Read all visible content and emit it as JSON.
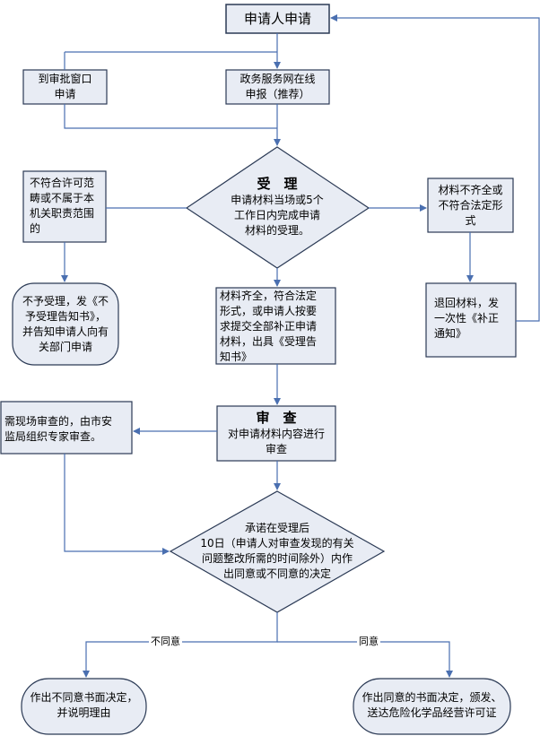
{
  "nodes": {
    "start": "申请人申请",
    "window": "到审批窗口\n申请",
    "online": "政务服务网在线\n申报（推荐）",
    "accept_title": "受　理",
    "accept_body": "申请材料当场或5个\n工作日内完成申请\n材料的受理。",
    "not_in_scope": "不符合许可范\n畴或不属于本\n机关职责范围\n的",
    "incomplete": "材料不齐全或\n不符合法定形\n式",
    "reject_notice": "不予受理，发《不\n予受理告知书》，\n并告知申请人向有\n关部门申请",
    "accept_notice": "材料齐全，符合法定\n形式，或申请人按要\n求提交全部补正申请\n材料，出具《受理告\n知书》",
    "return_materials": "退回材料，发\n一次性《补正\n通知》",
    "review_title": "审　查",
    "review_body": "对申请材料内容进行\n审查",
    "onsite": "需现场审查的，由市安\n监局组织专家审查。",
    "decision": "承诺在受理后\n10日（申请人对审查发现的有关\n问题整改所需的时间除外）内作\n出同意或不同意的决定",
    "disagree_result": "作出不同意书面决定，\n并说明理由",
    "agree_result": "作出同意的书面决定，颁发、\n送达危险化学品经营许可证"
  },
  "edge_labels": {
    "disagree": "不同意",
    "agree": "同意"
  },
  "colors": {
    "box_fill": "#e8ecf4",
    "box_stroke": "#2b3a55",
    "line": "#4a6fb0",
    "arrow": "#4a6fb0"
  }
}
